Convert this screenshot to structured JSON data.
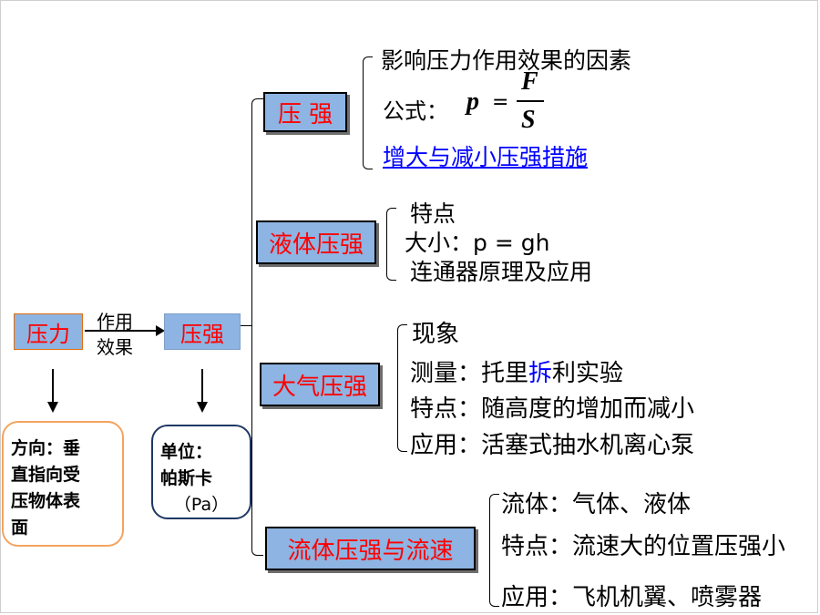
{
  "left": {
    "pressure_label": "压力",
    "arrow_label_top": "作用",
    "arrow_label_bottom": "效果",
    "pressure2_label": "压强",
    "note_direction": [
      "方向：垂",
      "直指向受",
      "压物体表",
      "面"
    ],
    "note_unit": [
      "单位：",
      "帕斯卡",
      "（Pa）"
    ]
  },
  "branches": {
    "solid": {
      "label": "压  强",
      "items": {
        "factors": "影响压力作用效果的因素",
        "formula_prefix": "公式：",
        "formula_p": "p",
        "formula_eq": "=",
        "formula_num": "F",
        "formula_den": "S",
        "measures_link": "增大与减小压强措施"
      }
    },
    "liquid": {
      "label": "液体压强",
      "items": [
        "特点",
        "大小：p =  gh",
        "连通器原理及应用"
      ]
    },
    "atmosphere": {
      "label": "大气压强",
      "items": {
        "phenomenon": "现象",
        "measure_pre": "测量：托里",
        "measure_blue": "拆",
        "measure_post": "利实验",
        "feature": "特点：随高度的增加而减小",
        "application": "应用：活塞式抽水机离心泵"
      }
    },
    "fluid": {
      "label": "流体压强与流速",
      "items": [
        "流体：气体、液体",
        "特点：流速大的位置压强小",
        "应用：飞机机翼、喷雾器"
      ]
    }
  },
  "colors": {
    "box_fill": "#8db4e2",
    "label_red": "#ff0000",
    "link_blue": "#0000ff",
    "note_orange": "#f4a460",
    "note_navy": "#1f3864"
  }
}
